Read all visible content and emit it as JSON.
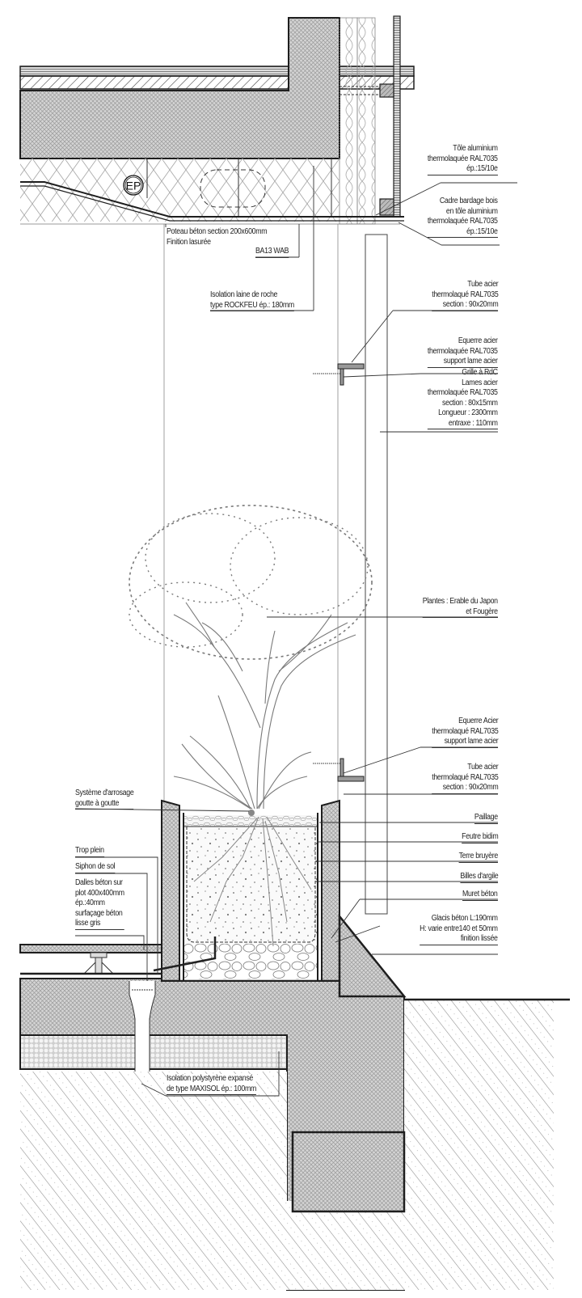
{
  "drawing": {
    "type": "construction-section-detail",
    "language": "fr",
    "symbol_ep": "EP",
    "colors": {
      "line": "#1e1e1e",
      "hatch": "#8c8c8c",
      "plant": "#7a7a7a",
      "background": "#ffffff"
    }
  },
  "labels": {
    "tole_alu": [
      "Tôle aluminium",
      "thermolaquée RAL7035",
      "ép.:15/10e"
    ],
    "cadre_bardage": [
      "Cadre bardage bois",
      "en tôle aluminium",
      "thermolaquée RAL7035",
      "ép.:15/10e"
    ],
    "poteau": [
      "Poteau béton section 200x600mm",
      "Finition lasurée"
    ],
    "ba13": "BA13 WAB",
    "isolation_roche": [
      "Isolation laine de roche",
      "type ROCKFEU ép.: 180mm"
    ],
    "tube_acier_top": [
      "Tube acier",
      "thermolaqué RAL7035",
      "section : 90x20mm"
    ],
    "equerre_top": [
      "Equerre acier",
      "thermolaquée RAL7035",
      "support lame acier"
    ],
    "grille": [
      "Grille à RdC",
      "Lames acier",
      "thermolaquée RAL7035",
      "section : 80x15mm",
      "Longueur : 2300mm",
      "entraxe : 110mm"
    ],
    "plantes": [
      "Plantes : Erable du Japon",
      "et Fougère"
    ],
    "equerre_bottom": [
      "Equerre Acier",
      "thermolaqué RAL7035",
      "support lame acier"
    ],
    "tube_acier_bottom": [
      "Tube acier",
      "thermolaqué RAL7035",
      "section : 90x20mm"
    ],
    "arrosage": [
      "Système d'arrosage",
      "goutte à goutte"
    ],
    "paillage": "Paillage",
    "feutre": "Feutre bidim",
    "terre": "Terre bruyère",
    "billes": "Billes d'argile",
    "muret": "Muret  béton",
    "glacis": [
      "Glacis béton L:190mm",
      "H: varie entre140 et 50mm",
      "finition lissée"
    ],
    "trop_plein": "Trop plein",
    "siphon": "Siphon de sol",
    "dalles": [
      "Dalles béton sur",
      "plot  400x400mm",
      "ép.:40mm",
      "surfaçage béton",
      "lisse gris"
    ],
    "polystyrene": [
      "Isolation polystyrène expansé",
      "de type MAXISOL ép.: 100mm"
    ]
  }
}
